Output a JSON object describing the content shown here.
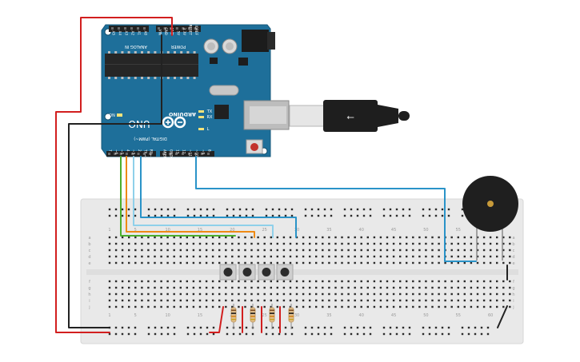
{
  "arduino": {
    "header_analog": [
      "A5",
      "A4",
      "A3",
      "A2",
      "A1",
      "A0"
    ],
    "analog_in_label": "ANALOG IN",
    "header_power": [
      "VIN",
      "GND",
      "GND",
      "5V",
      "3.3V",
      "RESET",
      "IOREF"
    ],
    "power_label": "POWER",
    "header_digital_right": [
      "AREF",
      "GND",
      "13",
      "12",
      "~11",
      "~10",
      "~9",
      "8"
    ],
    "header_digital_left": [
      "7",
      "~6",
      "~5",
      "4",
      "~3",
      "2",
      "TX→1",
      "RX←0"
    ],
    "digital_label": "DIGITAL (PWM~)",
    "brand": "ARDUINO",
    "model": "UNO",
    "led_on": "ON",
    "led_tx": "TX",
    "led_rx": "RX",
    "led_l": "L"
  },
  "breadboard": {
    "column_numbers": [
      "1",
      "5",
      "10",
      "15",
      "20",
      "25",
      "30",
      "35",
      "40",
      "45",
      "50",
      "55",
      "60"
    ],
    "row_letters_top": [
      "a",
      "b",
      "c",
      "d",
      "e"
    ],
    "row_letters_bottom": [
      "f",
      "g",
      "h",
      "i",
      "j"
    ]
  },
  "colors": {
    "arduino_board": "#1e6f9a",
    "header": "#222222",
    "breadboard": "#e9e9e9",
    "hole": "#2b2b2b",
    "wire_red": "#d21f1f",
    "wire_black": "#222222",
    "wire_green": "#4caf2e",
    "wire_orange": "#ef8a14",
    "wire_blue": "#2a93c8",
    "wire_lightblue": "#8fd0ea",
    "buzzer": "#1f1f1f",
    "button": "#2c2c2c"
  }
}
